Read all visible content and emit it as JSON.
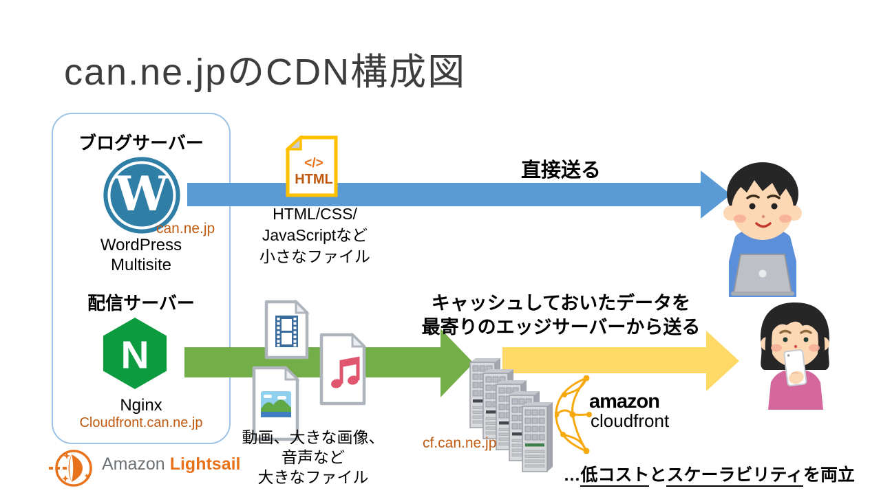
{
  "title": "can.ne.jpのCDN構成図",
  "origin": {
    "blog": {
      "heading": "ブログサーバー",
      "domain": "can.ne.jp",
      "software_line1": "WordPress",
      "software_line2": "Multisite"
    },
    "delivery": {
      "heading": "配信サーバー",
      "software": "Nginx",
      "domain": "Cloudfront.can.ne.jp"
    },
    "hosting": {
      "brand": "Amazon",
      "product": "Lightsail"
    }
  },
  "direct_flow": {
    "label": "直接送る",
    "file_icon": {
      "code": "</>",
      "name": "HTML"
    },
    "description": [
      "HTML/CSS/",
      "JavaScriptなど",
      "小さなファイル"
    ]
  },
  "cdn_flow": {
    "cache_label": [
      "キャッシュしておいたデータを",
      "最寄りのエッジサーバーから送る"
    ],
    "description": [
      "動画、大きな画像、",
      "音声など",
      "大きなファイル"
    ],
    "edge_domain": "cf.can.ne.jp",
    "cloudfront": {
      "brand": "amazon",
      "product": "cloudfront"
    }
  },
  "footer": {
    "prefix": "…",
    "term1": "低コスト",
    "connector": "と",
    "term2": "スケーラビリティ",
    "suffix": "を両立"
  },
  "colors": {
    "direct_arrow": "#5B9BD5",
    "cdn_arrow": "#73AE49",
    "edge_arrow": "#FFD966",
    "domain_text": "#C05A11",
    "box_border": "#9DC3E6",
    "wordpress_blue": "#2E7EA6",
    "nginx_green": "#0D9B3F",
    "aws_orange": "#E8721B",
    "cloudfront_orange": "#F7A80D"
  }
}
